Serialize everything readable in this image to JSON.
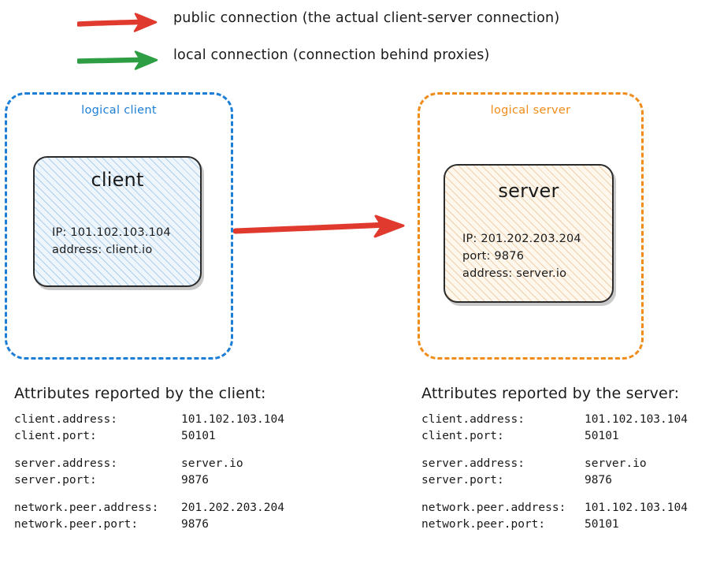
{
  "colors": {
    "public_connection": "#e03a2f",
    "local_connection": "#2e9e44",
    "logical_client_border": "#1c7ed6",
    "logical_server_border": "#f08c1a",
    "client_fill": "#eef6fc",
    "server_fill": "#fdf7ee",
    "node_stroke": "#2b2b2b",
    "text": "#1a1a1a"
  },
  "legend": {
    "items": [
      {
        "icon": "red-arrow-icon",
        "color": "#e03a2f",
        "label": "public connection (the actual client-server connection)"
      },
      {
        "icon": "green-arrow-icon",
        "color": "#2e9e44",
        "label": "local connection (connection behind proxies)"
      }
    ]
  },
  "diagram": {
    "groups": {
      "client": {
        "title": "logical client",
        "node": {
          "title": "client",
          "props": [
            "IP: 101.102.103.104",
            "address: client.io"
          ]
        }
      },
      "server": {
        "title": "logical server",
        "node": {
          "title": "server",
          "props": [
            "IP: 201.202.203.204",
            "port: 9876",
            "address: server.io"
          ]
        }
      }
    },
    "connection": {
      "kind": "public connection",
      "from": "client",
      "to": "server",
      "color": "#e03a2f"
    }
  },
  "attributes": {
    "client": {
      "heading": "Attributes reported by the client:",
      "groups": [
        [
          {
            "key": "client.address:",
            "value": "101.102.103.104"
          },
          {
            "key": "client.port:",
            "value": "50101"
          }
        ],
        [
          {
            "key": "server.address:",
            "value": "server.io"
          },
          {
            "key": "server.port:",
            "value": "9876"
          }
        ],
        [
          {
            "key": "network.peer.address:",
            "value": "201.202.203.204"
          },
          {
            "key": "network.peer.port:",
            "value": "9876"
          }
        ]
      ]
    },
    "server": {
      "heading": "Attributes reported by the server:",
      "groups": [
        [
          {
            "key": "client.address:",
            "value": "101.102.103.104"
          },
          {
            "key": "client.port:",
            "value": "50101"
          }
        ],
        [
          {
            "key": "server.address:",
            "value": "server.io"
          },
          {
            "key": "server.port:",
            "value": "9876"
          }
        ],
        [
          {
            "key": "network.peer.address:",
            "value": "101.102.103.104"
          },
          {
            "key": "network.peer.port:",
            "value": "50101"
          }
        ]
      ]
    }
  }
}
